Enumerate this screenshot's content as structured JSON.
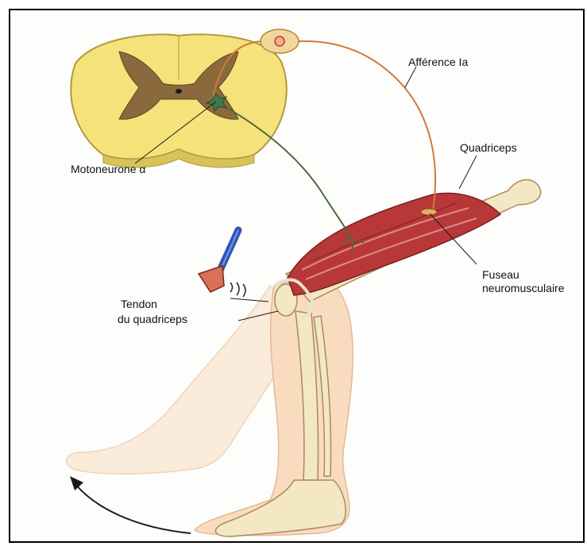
{
  "labels": {
    "motoneurone": "Motoneurone α",
    "afference": "Afférence Ia",
    "quadriceps": "Quadriceps",
    "fuseau_line1": "Fuseau",
    "fuseau_line2": "neuromusculaire",
    "tendon_line1": "Tendon",
    "tendon_line2": "du quadriceps"
  },
  "colors": {
    "spinal_cord": "#f5e27a",
    "grey_matter": "#8a6a3c",
    "muscle": "#b8383a",
    "bone": "#f3e7c4",
    "skin": "#f9dcc0",
    "afferent_nerve": "#d07a3a",
    "motor_nerve": "#4a6a3a",
    "hammer": "#2f54b8"
  }
}
